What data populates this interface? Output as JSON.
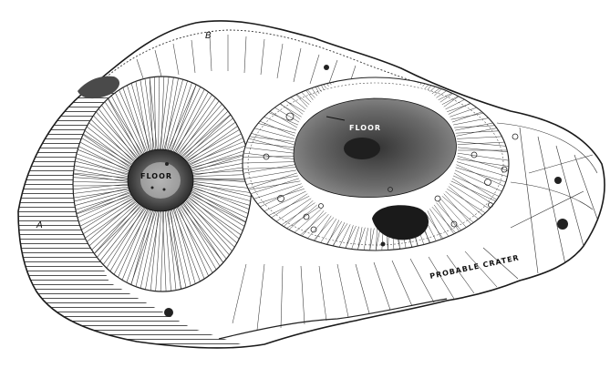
{
  "labels": {
    "floor_left": "FLOOR",
    "floor_right": "FLOOR",
    "probable_crater": "PROBABLE CRATER",
    "region_a": "A",
    "region_b": "B"
  },
  "colors": {
    "ink": "#1a1a1a",
    "paper": "#ffffff",
    "shade": "#4a4a4a",
    "dark": "#222222"
  }
}
